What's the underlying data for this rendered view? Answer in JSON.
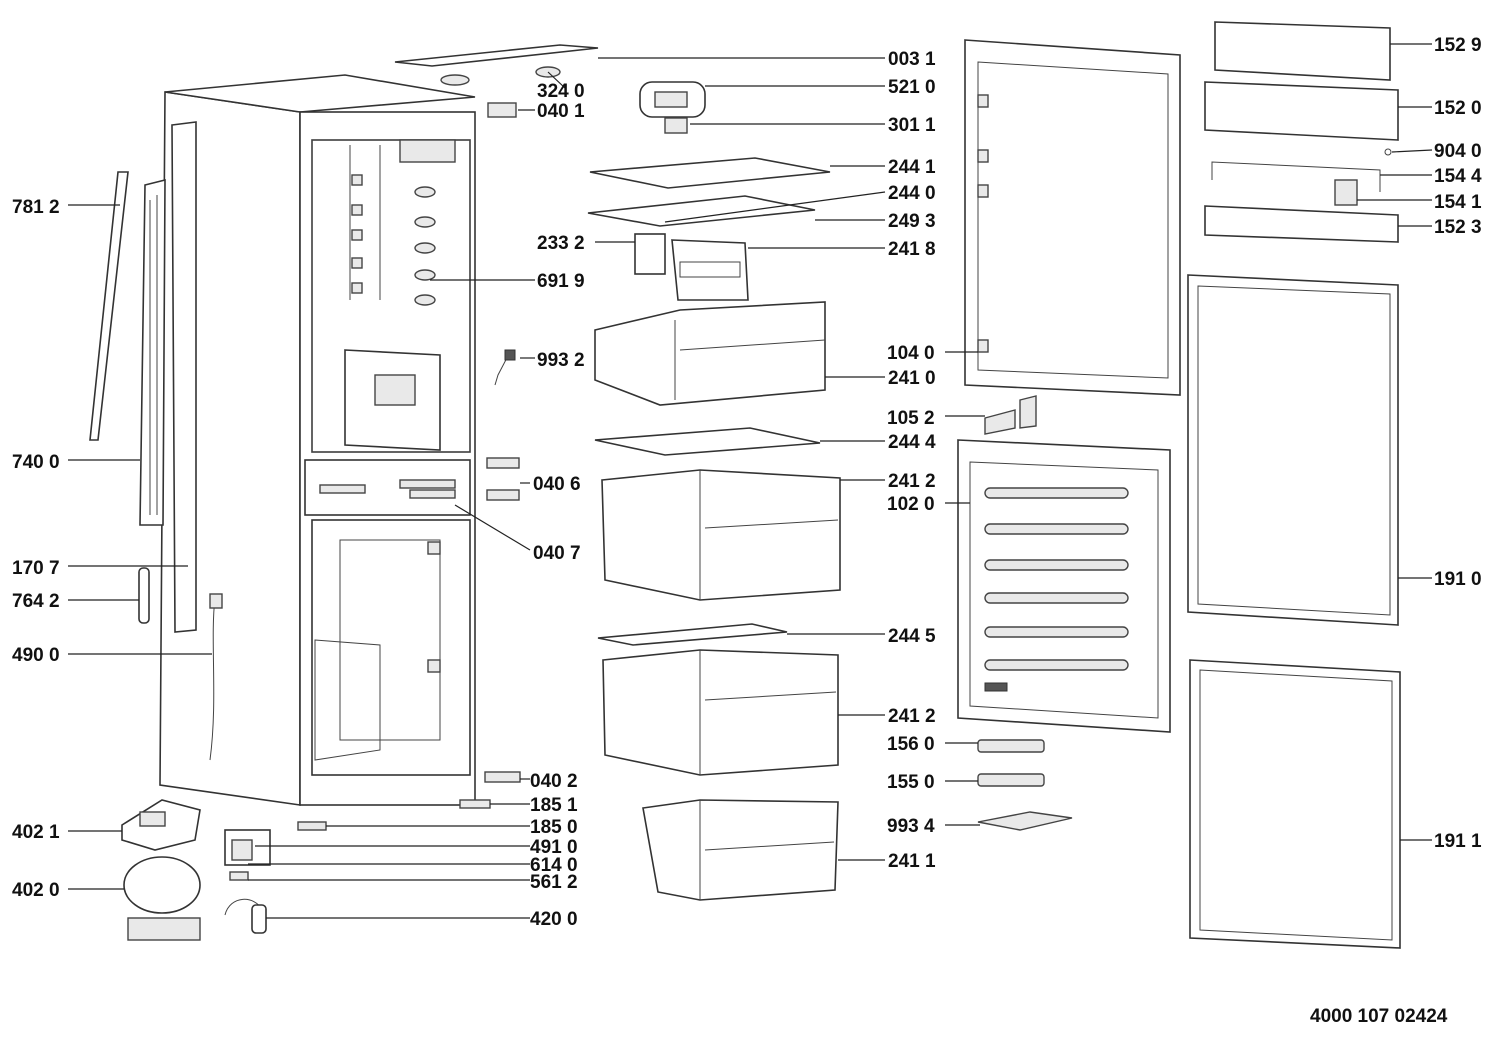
{
  "labels": {
    "l0031": "003 1",
    "l3240": "324 0",
    "l0401": "040 1",
    "l5210": "521 0",
    "l3011": "301 1",
    "l2441": "244 1",
    "l2440": "244 0",
    "l2493": "249 3",
    "l2332": "233 2",
    "l2418": "241 8",
    "l6919": "691 9",
    "l9932": "993 2",
    "l1040": "104 0",
    "l2410": "241 0",
    "l1052": "105 2",
    "l2444": "244 4",
    "l2412a": "241 2",
    "l0406": "040 6",
    "l1020": "102 0",
    "l0407": "040 7",
    "l2445": "244 5",
    "l2412b": "241 2",
    "l1560": "156 0",
    "l0402": "040 2",
    "l1550": "155 0",
    "l1851": "185 1",
    "l1850": "185 0",
    "l9934": "993 4",
    "l4021": "402 1",
    "l4910": "491 0",
    "l6140": "614 0",
    "l2411": "241 1",
    "l5612": "561 2",
    "l4020": "402 0",
    "l4200": "420 0",
    "l7812": "781 2",
    "l7400": "740 0",
    "l1707": "170 7",
    "l7642": "764 2",
    "l4900": "490 0",
    "l1529": "152 9",
    "l1520": "152 0",
    "l9040": "904 0",
    "l1544": "154 4",
    "l1541": "154 1",
    "l1523": "152 3",
    "l1910": "191 0",
    "l1911": "191 1"
  },
  "drawing_number": "4000 107 02424"
}
